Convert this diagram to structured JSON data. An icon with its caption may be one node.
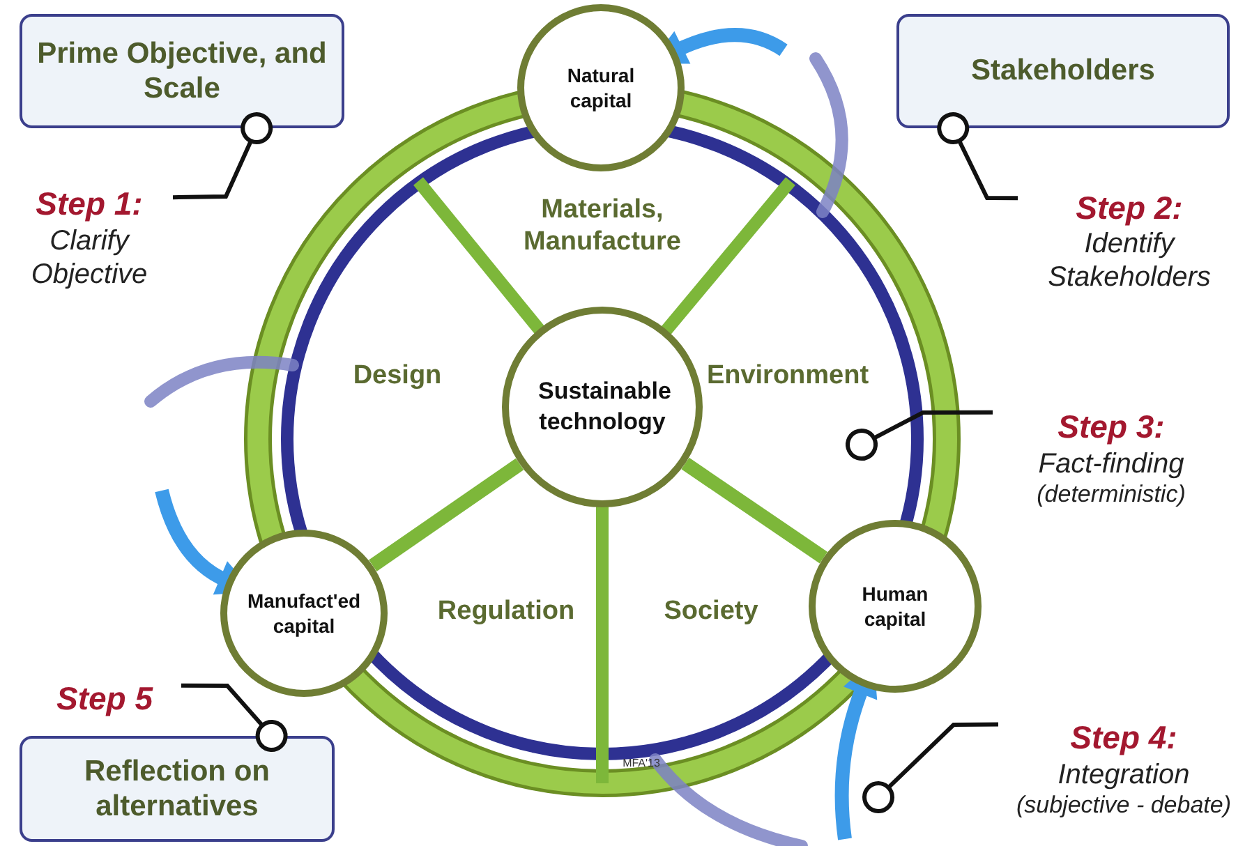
{
  "diagram": {
    "nodes": [
      {
        "text": [
          "Prime Objective, and Scale"
        ]
      },
      {
        "text": [
          "Natural capital"
        ]
      },
      {
        "text": [
          "Stakeholders"
        ]
      },
      {
        "text": [
          "Step 1:",
          "Clarify Objective"
        ]
      },
      {
        "text": [
          "Step 2:",
          "Identify Stakeholders"
        ]
      },
      {
        "text": [
          "Sustainable technology"
        ]
      },
      {
        "text": [
          "Step 3:",
          "Fact-finding",
          "(deterministic)"
        ]
      },
      {
        "text": [
          "Manufact'ed capital"
        ]
      },
      {
        "text": [
          "Human capital"
        ]
      },
      {
        "text": [
          "Step 5"
        ]
      },
      {
        "text": [
          "Reflection on alternatives"
        ]
      },
      {
        "text": [
          "Step 4:",
          "Integration",
          "(subjective - debate)"
        ]
      }
    ],
    "edges": [
      {
        "from": 5,
        "to": 7,
        "arrow": "none",
        "style": "thick",
        "color": "#7db73a"
      },
      {
        "from": 5,
        "to": 8,
        "arrow": "none",
        "style": "thick",
        "color": "#7db73a"
      },
      {
        "from": 3,
        "to": 0,
        "arrow": "other"
      },
      {
        "from": 4,
        "to": 2,
        "arrow": "other"
      },
      {
        "from": 6,
        "to": null,
        "arrow": "other"
      },
      {
        "from": 9,
        "to": 10,
        "arrow": "other"
      },
      {
        "from": 11,
        "to": null,
        "arrow": "other"
      },
      {
        "from": null,
        "to": 1,
        "arrow": "to",
        "style": "thick",
        "color": "#3d9be9"
      },
      {
        "from": null,
        "to": 7,
        "arrow": "to",
        "style": "thick",
        "color": "#3d9be9"
      },
      {
        "from": null,
        "to": 8,
        "arrow": "to",
        "style": "thick",
        "color": "#3d9be9"
      }
    ],
    "labels": [
      "Materials, Manufacture",
      "Design",
      "Environment",
      "Regulation",
      "Society",
      "MFA'13"
    ]
  }
}
